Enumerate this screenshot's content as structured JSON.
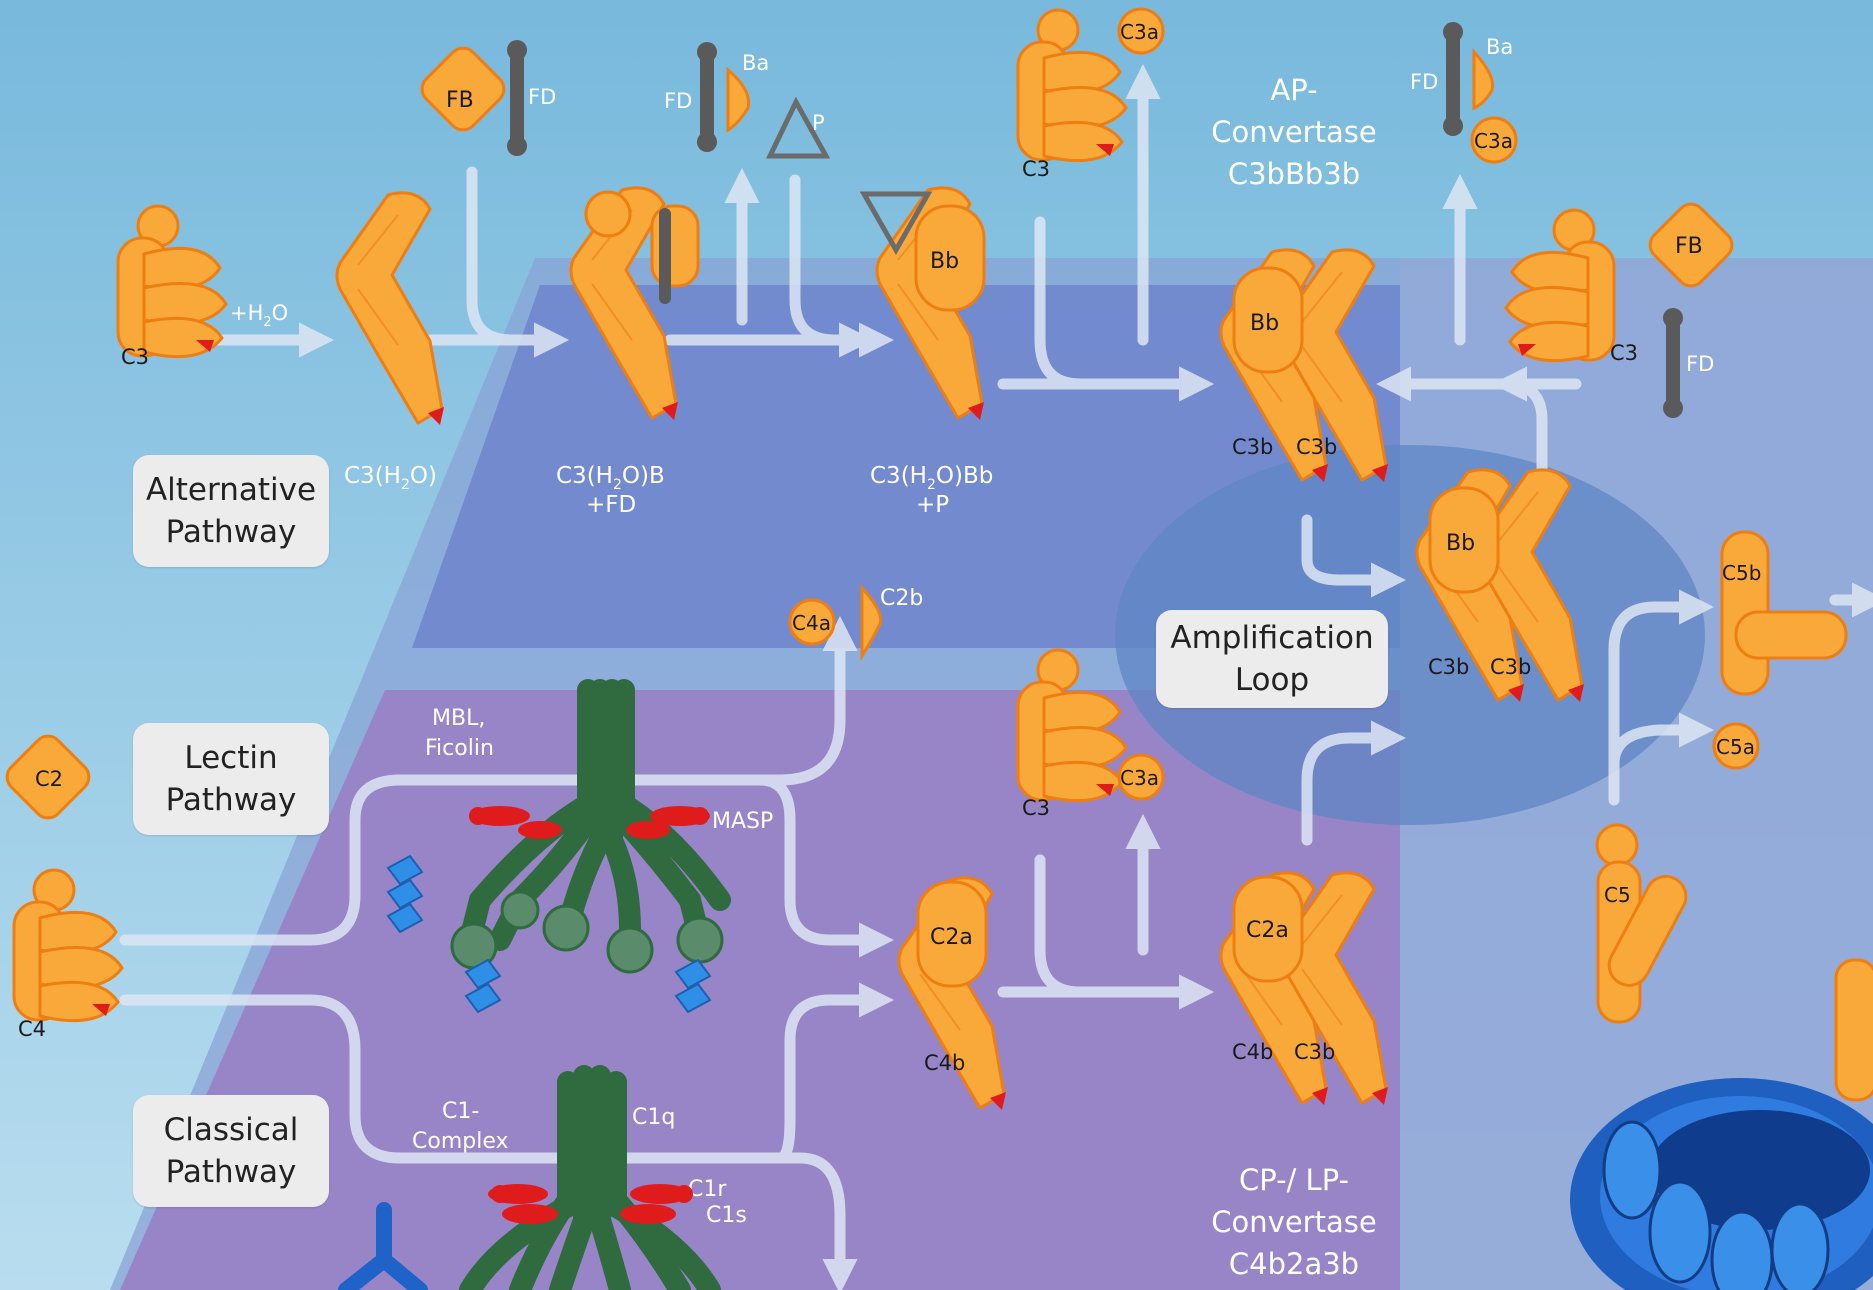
{
  "pathways": {
    "alternative": [
      "Alternative",
      "Pathway"
    ],
    "lectin": [
      "Lectin",
      "Pathway"
    ],
    "classical": [
      "Classical",
      "Pathway"
    ],
    "amplification": [
      "Amplification",
      "Loop"
    ]
  },
  "ap_convertase": [
    "AP-",
    "Convertase",
    "C3bBb3b"
  ],
  "cp_convertase": [
    "CP-/ LP-",
    "Convertase",
    "C4b2a3b"
  ],
  "reactions": {
    "hydrolysis": "+H",
    "hydrolysis_sub": "2",
    "hydrolysis_tail": "O"
  },
  "intermediates": {
    "c3h2o": [
      "C3(H",
      "2",
      "O)"
    ],
    "c3h2ob": [
      "C3(H",
      "2",
      "O)B",
      "+FD"
    ],
    "c3h2obb": [
      "C3(H",
      "2",
      "O)Bb",
      "+P"
    ]
  },
  "labels": {
    "c3": "C3",
    "c4": "C4",
    "c2": "C2",
    "c5": "C5",
    "c3a": "C3a",
    "c3b": "C3b",
    "c4a": "C4a",
    "c4b": "C4b",
    "c2a": "C2a",
    "c2b": "C2b",
    "c5a": "C5a",
    "c5b": "C5b",
    "fb": "FB",
    "fd": "FD",
    "ba": "Ba",
    "bb": "Bb",
    "p": "P",
    "mbl": "MBL,",
    "ficolin": "Ficolin",
    "masp": "MASP",
    "c1complex": [
      "C1-",
      "Complex"
    ],
    "c1q": "C1q",
    "c1r": "C1r",
    "c1s": "C1s"
  },
  "colors": {
    "bg_top": "#7dbcdd",
    "bg_bottom": "#b6dbee",
    "plane": "#8aa0d6",
    "ap_box": "#6f84cc",
    "cp_box": "#9a83c6",
    "loop": "#5f86c4",
    "protein": "#f9a93a",
    "protein_dark": "#ee7e12",
    "arrow": "#dde6f4",
    "mbl_green": "#2f6b3f",
    "masp_red": "#e01b1b",
    "sugar_blue": "#2f8fe6",
    "antibody_blue": "#1f63c9",
    "mac_blue": "#1f5fbf",
    "factor_grey": "#5a5a5a"
  },
  "icons": [
    "protein-c3-icon",
    "factor-d-icon",
    "properdin-icon",
    "mbl-ficolin-icon",
    "c1-complex-icon",
    "antibody-icon",
    "membrane-attack-complex-icon"
  ]
}
